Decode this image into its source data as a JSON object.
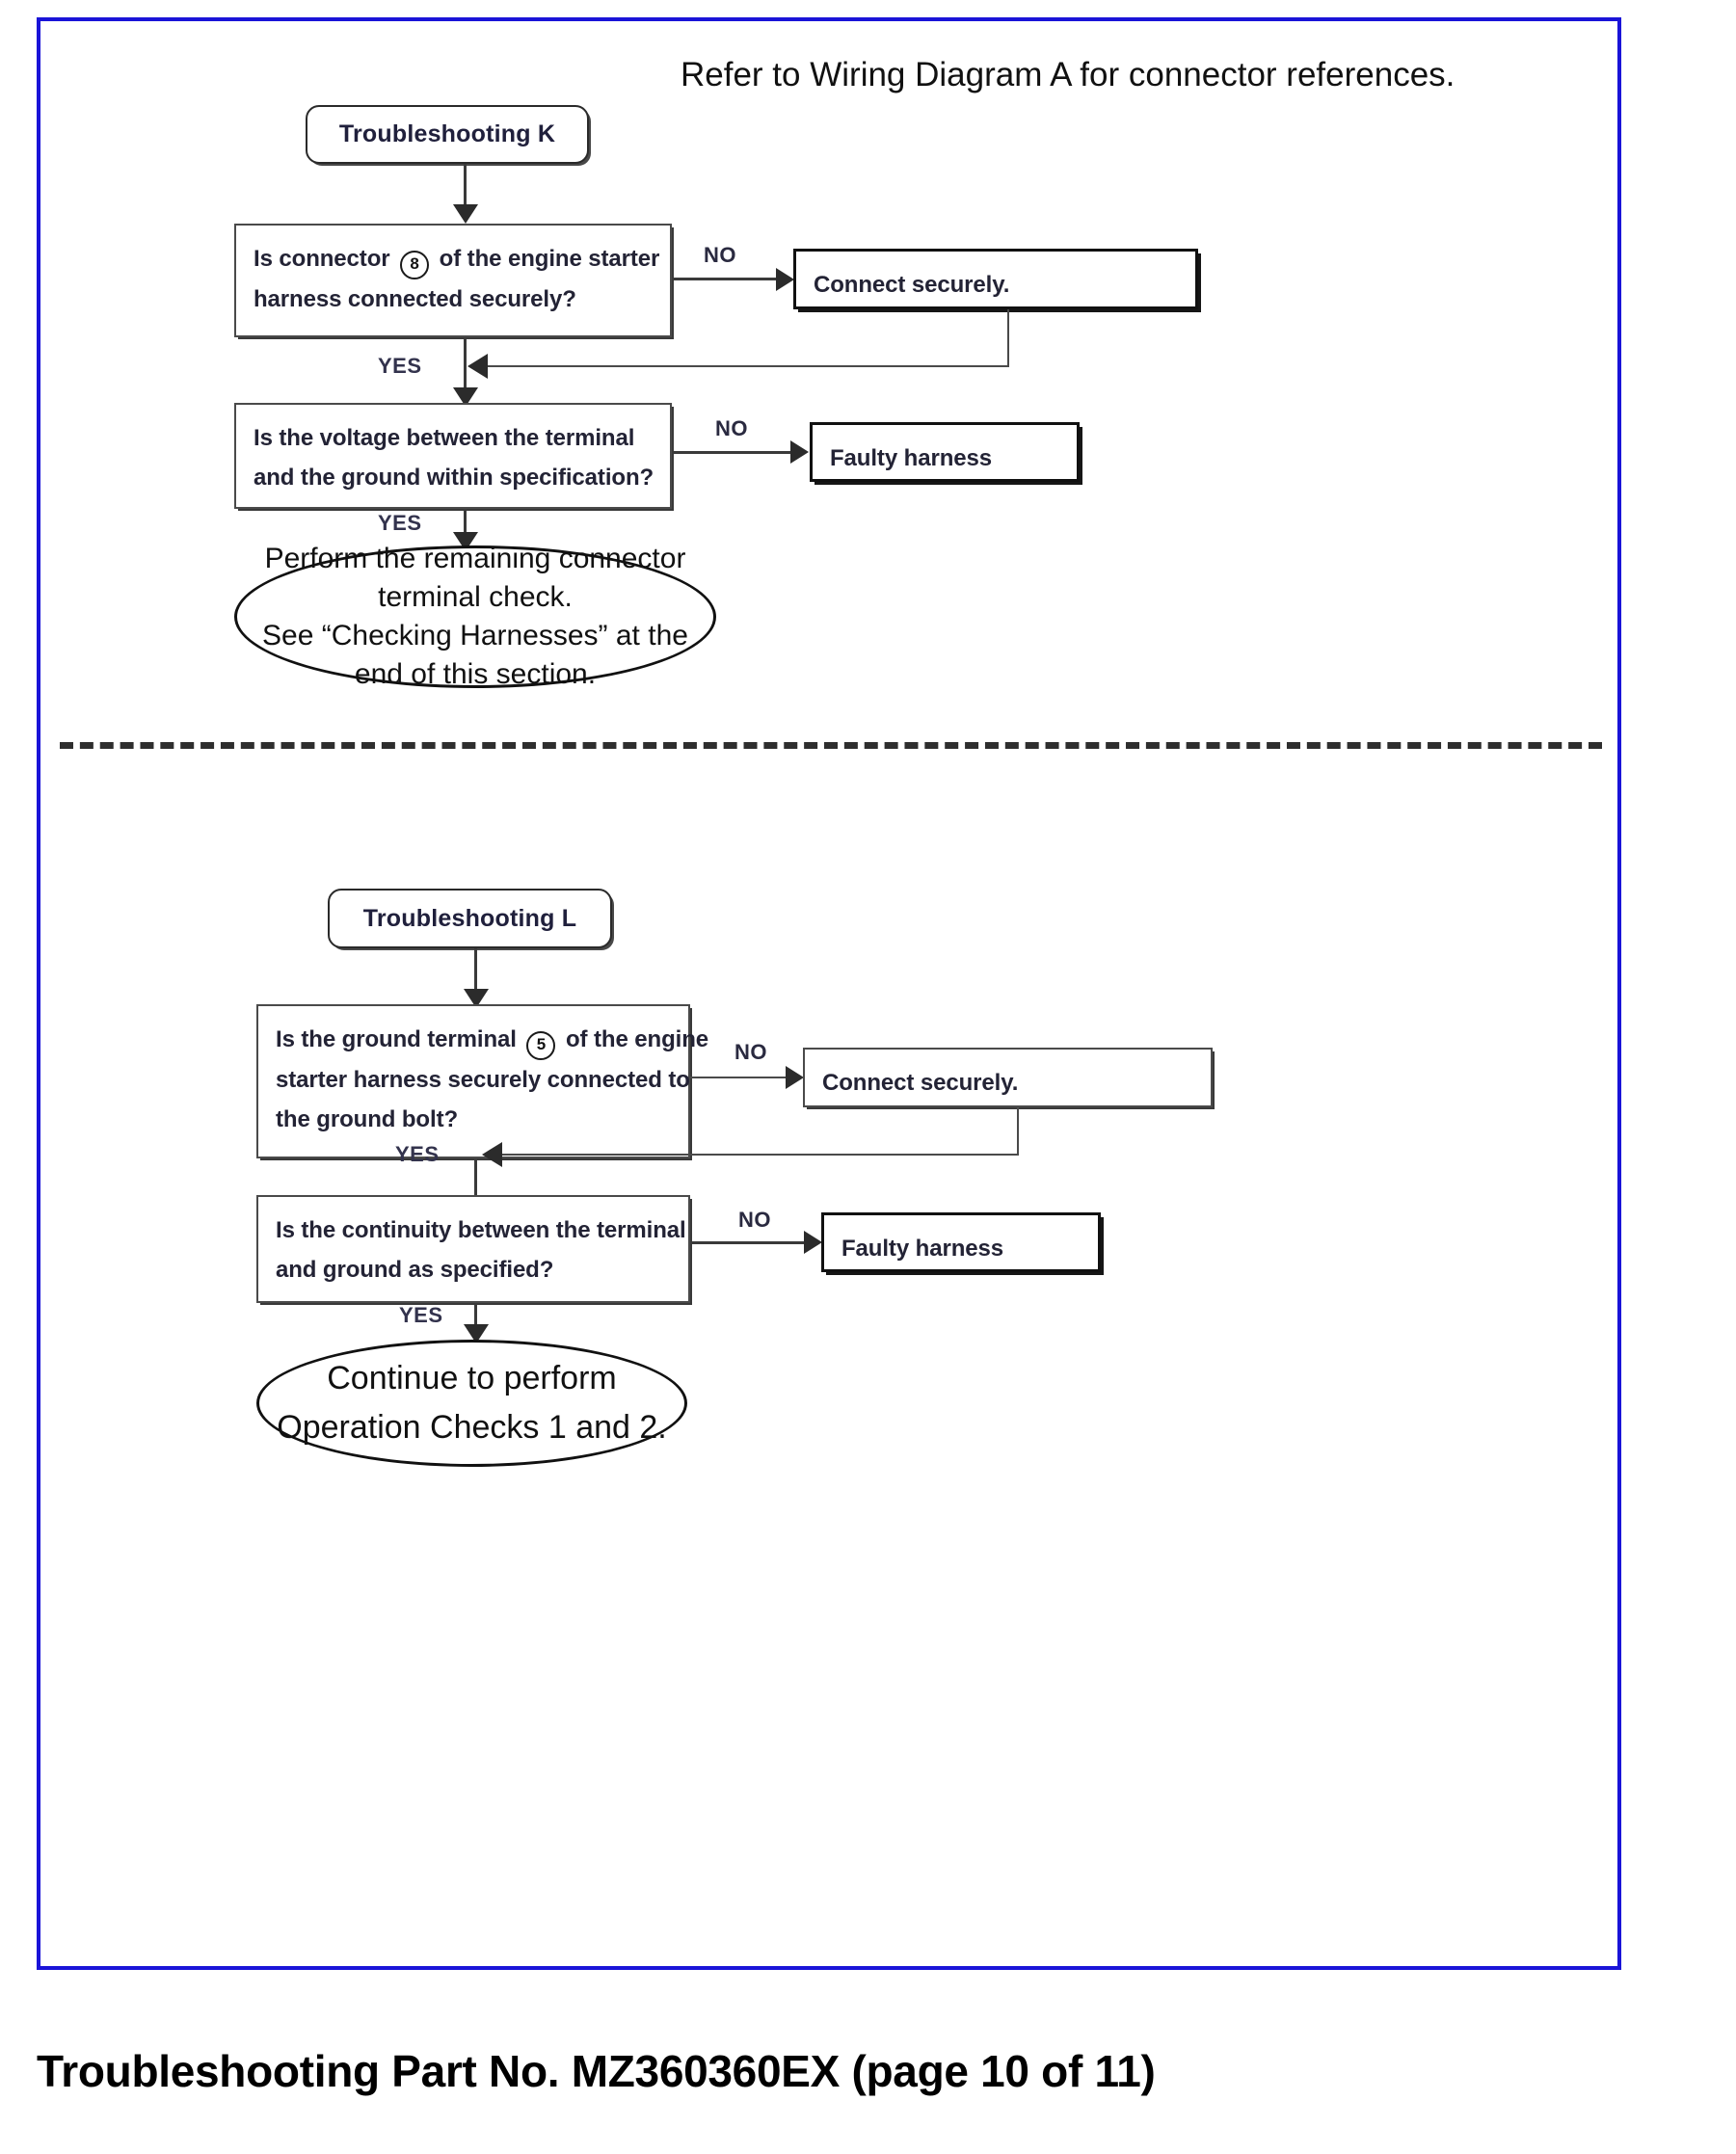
{
  "page": {
    "header_note": "Refer to Wiring Diagram A for connector references.",
    "caption": "Troubleshooting Part No. MZ360360EX (page 10 of 11)",
    "border_color": "#1a14d8"
  },
  "labels": {
    "yes": "YES",
    "no": "NO"
  },
  "flow_k": {
    "start": "Troubleshooting K",
    "q1": {
      "line1_pre": "Is connector",
      "ref": "8",
      "line1_post": "of the engine starter",
      "line2": "harness connected securely?"
    },
    "q1_no_action": "Connect securely.",
    "q2": {
      "line1": "Is the voltage between the terminal",
      "line2": "and the ground within specification?"
    },
    "q2_no_action": "Faulty harness",
    "end": {
      "line1": "Perform the remaining connector",
      "line2": "terminal check.",
      "line3": "See “Checking Harnesses” at the",
      "line4": "end of this section."
    }
  },
  "flow_l": {
    "start": "Troubleshooting L",
    "q1": {
      "line1_pre": "Is the ground terminal",
      "ref": "5",
      "line1_post": "of the engine",
      "line2": "starter harness securely connected to",
      "line3": "the ground bolt?"
    },
    "q1_no_action": "Connect securely.",
    "q2": {
      "line1": "Is the continuity between the terminal",
      "line2": "and ground as specified?"
    },
    "q2_no_action": "Faulty harness",
    "end": {
      "line1": "Continue to perform",
      "line2": "Operation Checks 1 and 2."
    }
  }
}
